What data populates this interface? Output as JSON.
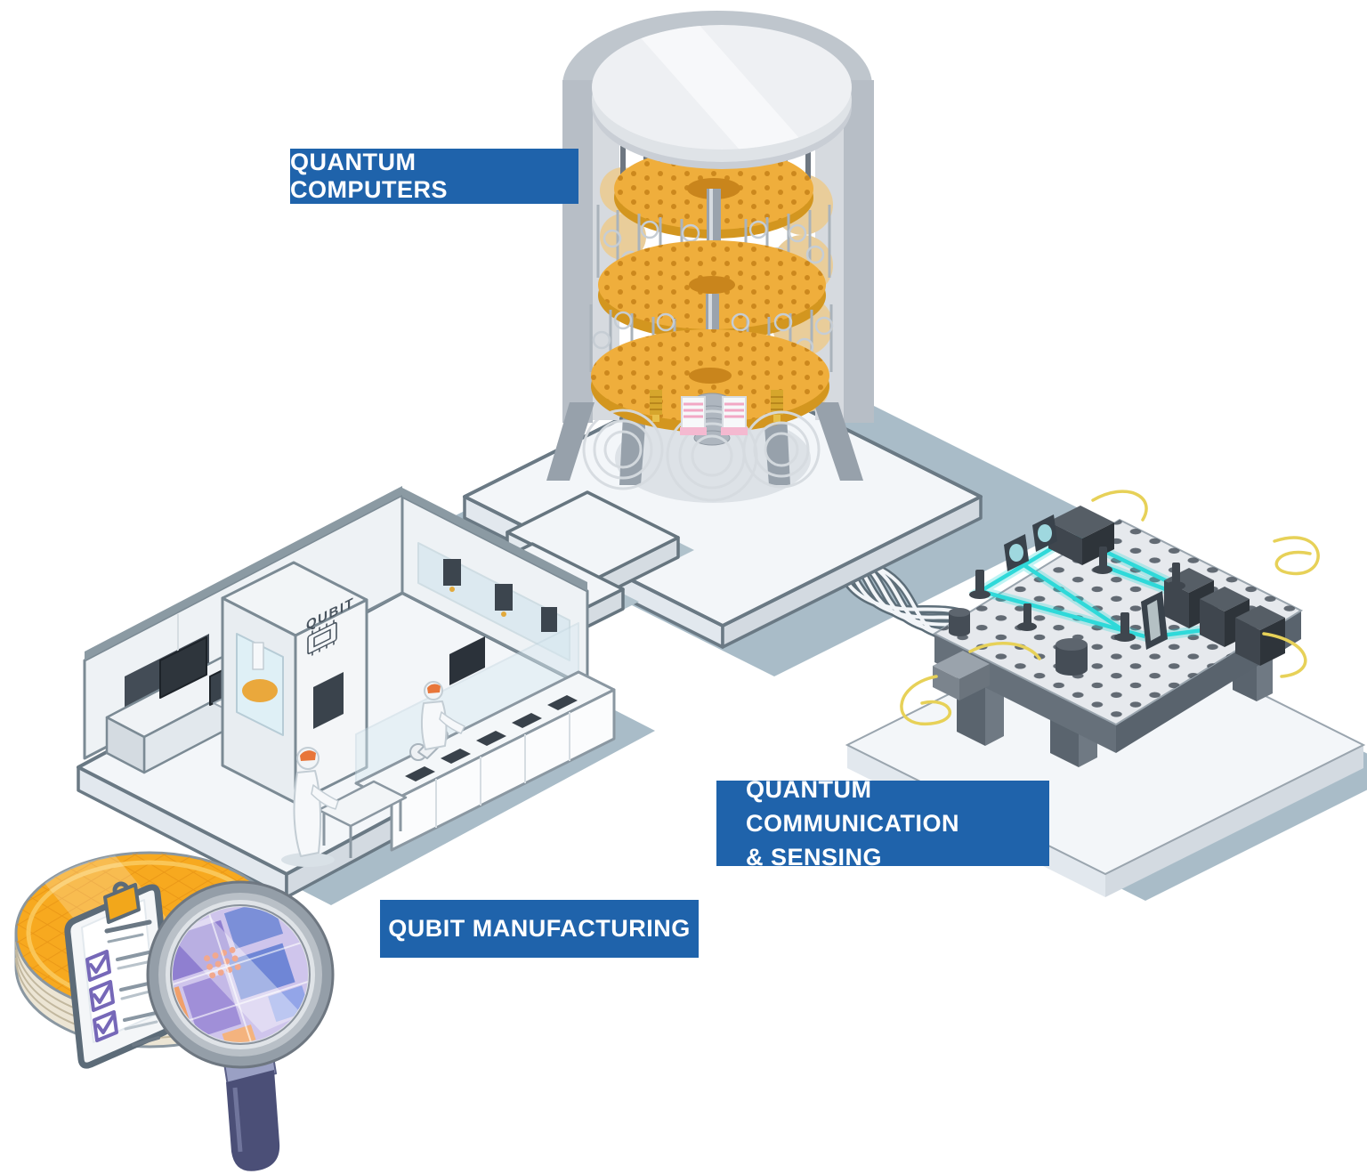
{
  "figure": {
    "labels": {
      "quantum_computers": "QUANTUM COMPUTERS",
      "quantum_communication_line1": "QUANTUM COMMUNICATION",
      "quantum_communication_line2": "& SENSING",
      "qubit_manufacturing": "QUBIT MANUFACTURING"
    },
    "machine_logo": "QUBIT",
    "colors": {
      "label_background": "#1f63ab",
      "label_text": "#ffffff",
      "gold_plate": "#efae3c",
      "laser_beam": "#2fd9d9",
      "fiber_cable": "#e7d158",
      "wafer_orange": "#f7a91f",
      "outline_slate": "#6a7984",
      "shadow_blue_gray": "#a9bcc8",
      "platform_white": "#f3f6f9",
      "magnifier_handle": "#4b4f77"
    }
  }
}
